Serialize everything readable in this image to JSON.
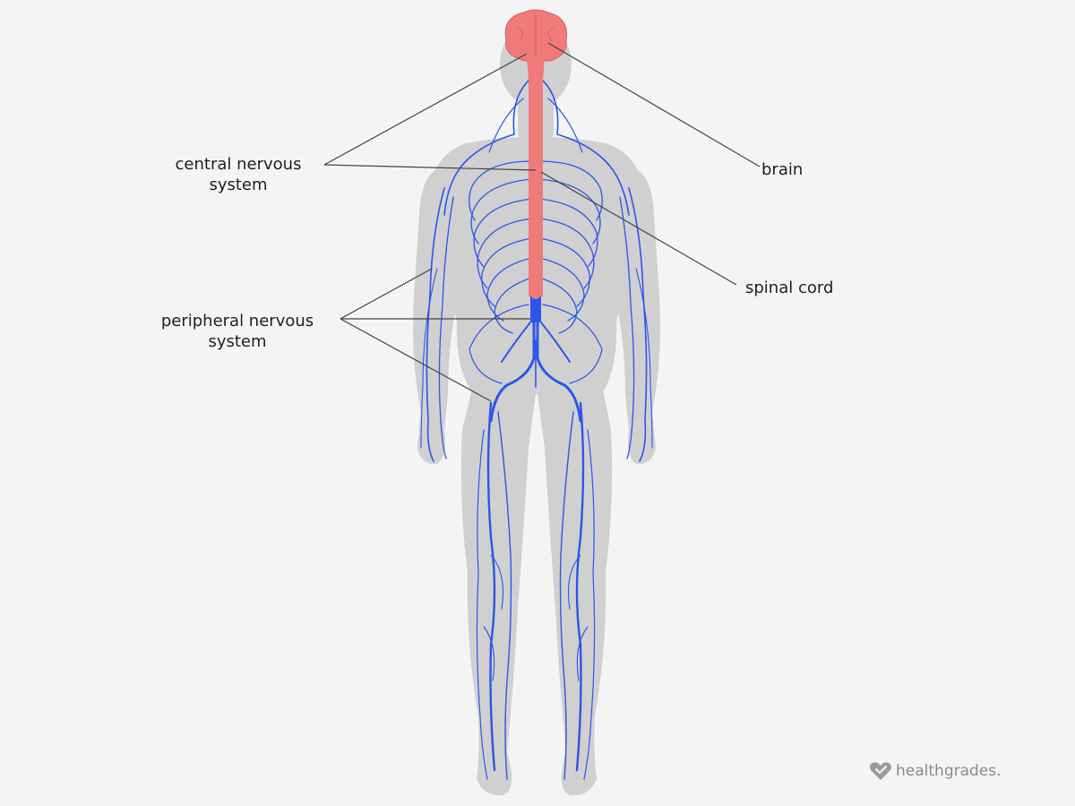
{
  "labels": {
    "cns_line1": "central nervous",
    "cns_line2": "system",
    "pns_line1": "peripheral nervous",
    "pns_line2": "system",
    "brain": "brain",
    "spinal_cord": "spinal cord"
  },
  "logo": {
    "text": "healthgrades."
  },
  "colors": {
    "background": "#f4f4f4",
    "body": "#d0d0d0",
    "nerves": "#2d56e8",
    "cns": "#f07a7a",
    "leader_lines": "#444444"
  }
}
